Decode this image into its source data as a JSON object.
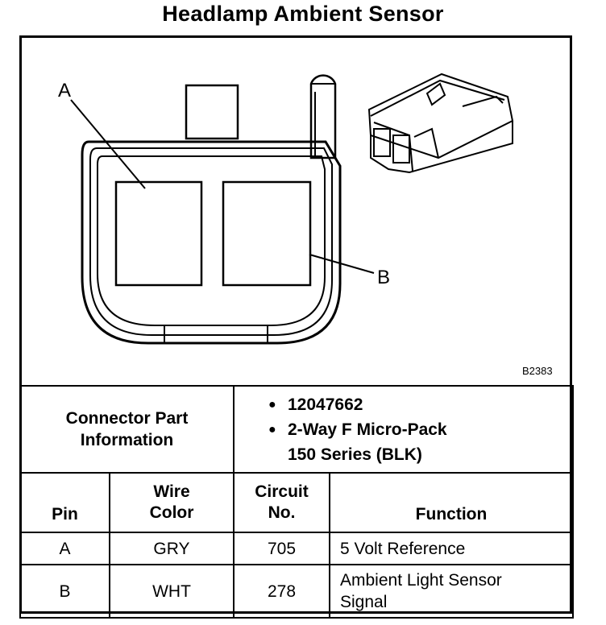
{
  "title": "Headlamp Ambient Sensor",
  "figure_code": "B2383",
  "callouts": {
    "a": "A",
    "b": "B"
  },
  "connector_info": {
    "label_line1": "Connector Part",
    "label_line2": "Information",
    "items": [
      {
        "line1": "12047662",
        "line2": ""
      },
      {
        "line1": "2-Way F Micro-Pack",
        "line2": "150 Series (BLK)"
      }
    ]
  },
  "table": {
    "headers": {
      "pin": "Pin",
      "wire_line1": "Wire",
      "wire_line2": "Color",
      "circuit_line1": "Circuit",
      "circuit_line2": "No.",
      "function": "Function"
    },
    "rows": [
      {
        "pin": "A",
        "color": "GRY",
        "circuit": "705",
        "function_line1": "5 Volt Reference",
        "function_line2": ""
      },
      {
        "pin": "B",
        "color": "WHT",
        "circuit": "278",
        "function_line1": "Ambient Light Sensor",
        "function_line2": "Signal"
      }
    ]
  }
}
